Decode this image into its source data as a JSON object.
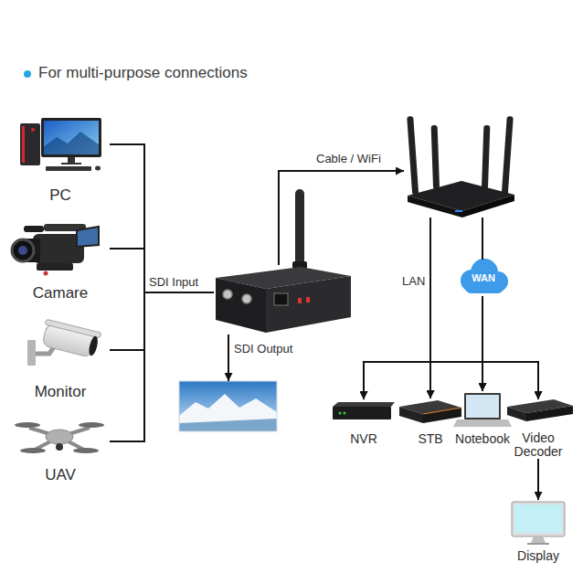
{
  "diagram": {
    "title": "For multi-purpose connections",
    "nodes": [
      {
        "text": [
          "PC"
        ]
      },
      {
        "text": [
          "Camare"
        ]
      },
      {
        "text": [
          "Monitor"
        ]
      },
      {
        "text": [
          "UAV"
        ]
      },
      {
        "text": []
      },
      {
        "text": []
      },
      {
        "text": []
      },
      {
        "text": [
          "WAN"
        ]
      },
      {
        "text": [
          "NVR"
        ]
      },
      {
        "text": [
          "STB"
        ]
      },
      {
        "text": [
          "Notebook"
        ]
      },
      {
        "text": [
          "Video Decoder"
        ]
      },
      {
        "text": [
          "Display"
        ]
      }
    ],
    "edges": [
      {
        "from": 0,
        "to": 4,
        "arrow": "none"
      },
      {
        "from": 1,
        "to": 4,
        "label": "SDI Input",
        "arrow": "none"
      },
      {
        "from": 2,
        "to": 4,
        "arrow": "none"
      },
      {
        "from": 3,
        "to": 4,
        "arrow": "none"
      },
      {
        "from": 4,
        "to": 5,
        "label": "SDI Output",
        "arrow": "to"
      },
      {
        "from": 4,
        "to": 6,
        "label": "Cable / WiFi",
        "arrow": "to"
      },
      {
        "from": 6,
        "to": 8,
        "label": "LAN",
        "arrow": "to"
      },
      {
        "from": 6,
        "to": 9,
        "arrow": "to"
      },
      {
        "from": 6,
        "to": 10,
        "arrow": "to"
      },
      {
        "from": 6,
        "to": 11,
        "arrow": "to"
      },
      {
        "from": 6,
        "to": 7,
        "arrow": "none"
      },
      {
        "from": 7,
        "to": 8,
        "arrow": "to"
      },
      {
        "from": 7,
        "to": 9,
        "arrow": "to"
      },
      {
        "from": 7,
        "to": 10,
        "arrow": "to"
      },
      {
        "from": 7,
        "to": 11,
        "arrow": "to"
      },
      {
        "from": 11,
        "to": 12,
        "arrow": "to"
      }
    ]
  }
}
